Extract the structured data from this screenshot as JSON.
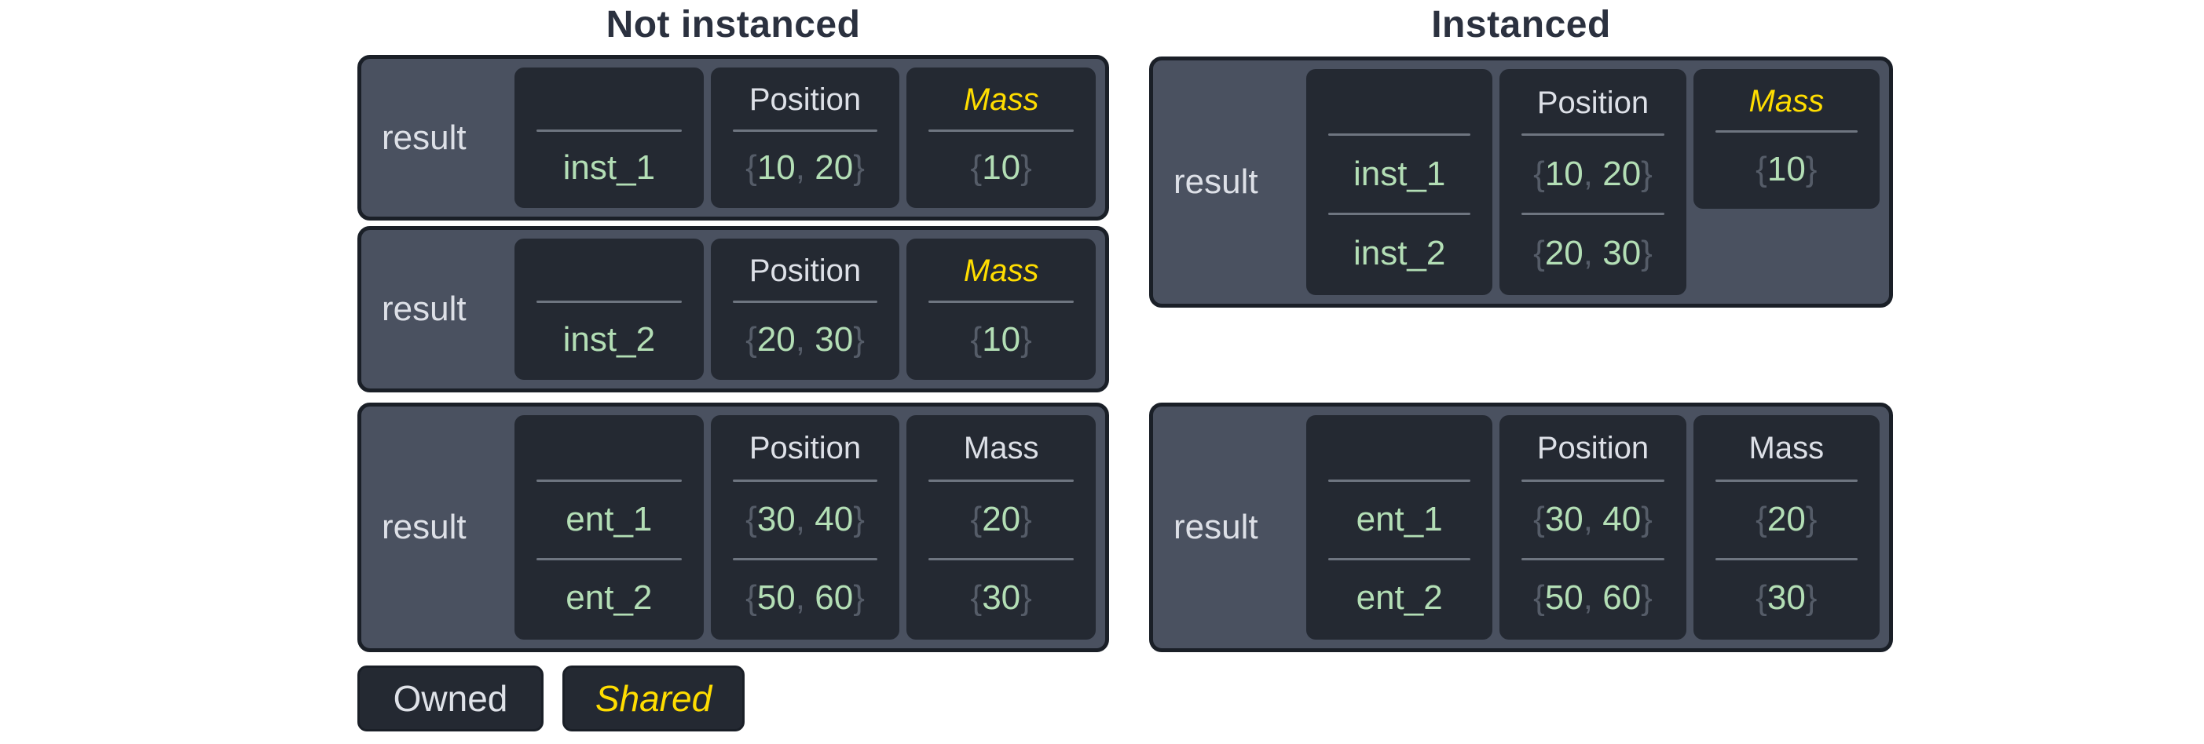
{
  "titles": {
    "left": "Not instanced",
    "right": "Instanced"
  },
  "legend": {
    "owned": "Owned",
    "shared": "Shared"
  },
  "colors": {
    "page_bg": "#ffffff",
    "title_text": "#2b313f",
    "table_fill": "#4a5160",
    "table_border": "#1a1f27",
    "cell_fill": "#242932",
    "separator": "#6e7580",
    "header_text": "#dde0e7",
    "result_text": "#dde0e7",
    "entity_green": "#b3deb5",
    "punctuation_grey": "#555c68",
    "shared_yellow": "#ffdd00"
  },
  "tables": {
    "ni1": {
      "result": "result",
      "names": [
        "inst_1"
      ],
      "position": {
        "header": "Position",
        "values": [
          [
            [
              "p",
              "{"
            ],
            [
              "d",
              "10"
            ],
            [
              "p",
              ", "
            ],
            [
              "d",
              "20"
            ],
            [
              "p",
              "}"
            ]
          ]
        ]
      },
      "mass": {
        "header": "Mass",
        "shared": true,
        "values": [
          [
            [
              "p",
              "{"
            ],
            [
              "d",
              "10"
            ],
            [
              "p",
              "}"
            ]
          ]
        ]
      }
    },
    "ni2": {
      "result": "result",
      "names": [
        "inst_2"
      ],
      "position": {
        "header": "Position",
        "values": [
          [
            [
              "p",
              "{"
            ],
            [
              "d",
              "20"
            ],
            [
              "p",
              ", "
            ],
            [
              "d",
              "30"
            ],
            [
              "p",
              "}"
            ]
          ]
        ]
      },
      "mass": {
        "header": "Mass",
        "shared": true,
        "values": [
          [
            [
              "p",
              "{"
            ],
            [
              "d",
              "10"
            ],
            [
              "p",
              "}"
            ]
          ]
        ]
      }
    },
    "ni3": {
      "result": "result",
      "names": [
        "ent_1",
        "ent_2"
      ],
      "position": {
        "header": "Position",
        "values": [
          [
            [
              "p",
              "{"
            ],
            [
              "d",
              "30"
            ],
            [
              "p",
              ", "
            ],
            [
              "d",
              "40"
            ],
            [
              "p",
              "}"
            ]
          ],
          [
            [
              "p",
              "{"
            ],
            [
              "d",
              "50"
            ],
            [
              "p",
              ", "
            ],
            [
              "d",
              "60"
            ],
            [
              "p",
              "}"
            ]
          ]
        ]
      },
      "mass": {
        "header": "Mass",
        "shared": false,
        "values": [
          [
            [
              "p",
              "{"
            ],
            [
              "d",
              "20"
            ],
            [
              "p",
              "}"
            ]
          ],
          [
            [
              "p",
              "{"
            ],
            [
              "d",
              "30"
            ],
            [
              "p",
              "}"
            ]
          ]
        ]
      }
    },
    "i1": {
      "result": "result",
      "names": [
        "inst_1",
        "inst_2"
      ],
      "position": {
        "header": "Position",
        "values": [
          [
            [
              "p",
              "{"
            ],
            [
              "d",
              "10"
            ],
            [
              "p",
              ", "
            ],
            [
              "d",
              "20"
            ],
            [
              "p",
              "}"
            ]
          ],
          [
            [
              "p",
              "{"
            ],
            [
              "d",
              "20"
            ],
            [
              "p",
              ", "
            ],
            [
              "d",
              "30"
            ],
            [
              "p",
              "}"
            ]
          ]
        ]
      },
      "mass": {
        "header": "Mass",
        "shared": true,
        "short_column": true,
        "values": [
          [
            [
              "p",
              "{"
            ],
            [
              "d",
              "10"
            ],
            [
              "p",
              "}"
            ]
          ]
        ]
      }
    },
    "i2": {
      "result": "result",
      "names": [
        "ent_1",
        "ent_2"
      ],
      "position": {
        "header": "Position",
        "values": [
          [
            [
              "p",
              "{"
            ],
            [
              "d",
              "30"
            ],
            [
              "p",
              ", "
            ],
            [
              "d",
              "40"
            ],
            [
              "p",
              "}"
            ]
          ],
          [
            [
              "p",
              "{"
            ],
            [
              "d",
              "50"
            ],
            [
              "p",
              ", "
            ],
            [
              "d",
              "60"
            ],
            [
              "p",
              "}"
            ]
          ]
        ]
      },
      "mass": {
        "header": "Mass",
        "shared": false,
        "values": [
          [
            [
              "p",
              "{"
            ],
            [
              "d",
              "20"
            ],
            [
              "p",
              "}"
            ]
          ],
          [
            [
              "p",
              "{"
            ],
            [
              "d",
              "30"
            ],
            [
              "p",
              "}"
            ]
          ]
        ]
      }
    }
  }
}
